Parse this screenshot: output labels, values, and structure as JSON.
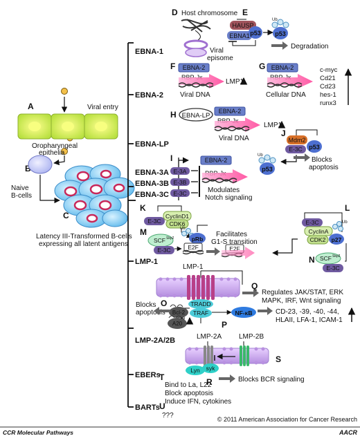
{
  "letters": {
    "A": "A",
    "B": "B",
    "C": "C",
    "D": "D",
    "E": "E",
    "F": "F",
    "G": "G",
    "H": "H",
    "I": "I",
    "J": "J",
    "K": "K",
    "L": "L",
    "M": "M",
    "N": "N",
    "O": "O",
    "P": "P",
    "Q": "Q",
    "R": "R",
    "S": "S",
    "T": "T",
    "U": "U"
  },
  "left": {
    "viral_entry": "Viral entry",
    "epithelia_1": "Oropharyngeal",
    "epithelia_2": "epithelia",
    "naive_1": "Naive",
    "naive_2": "B-cells",
    "latency_1": "Latency III-Transformed B-cells",
    "latency_2": "expressing all latent antigens"
  },
  "branches": {
    "ebna1": "EBNA-1",
    "ebna2": "EBNA-2",
    "ebnalp": "EBNA-LP",
    "ebna3a": "EBNA-3A",
    "ebna3b": "EBNA-3B",
    "ebna3c": "EBNA-3C",
    "lmp1": "LMP-1",
    "lmp2": "LMP-2A/2B",
    "ebers": "EBERs",
    "barts": "BARTs"
  },
  "d": {
    "host": "Host chromosome",
    "viral_1": "Viral",
    "viral_2": "episome"
  },
  "e": {
    "hausp": "HAUSP",
    "ebna1": "EBNA1",
    "p53": "p53",
    "ub": "Ub",
    "degradation": "Degradation"
  },
  "f": {
    "ebna2": "EBNA-2",
    "rbp": "RBP-Jκ",
    "lmp1": "LMP1",
    "viral_dna": "Viral DNA"
  },
  "g": {
    "ebna2": "EBNA-2",
    "rbp": "RBP-Jκ",
    "cellular_dna": "Cellular DNA",
    "genes": [
      "c-myc",
      "Cd21",
      "Cd23",
      "hes-1",
      "runx3"
    ]
  },
  "h": {
    "ebnalp": "EBNA-LP",
    "ebna2": "EBNA-2",
    "rbp": "RBP-Jκ",
    "lmp1": "LMP1",
    "viral_dna": "Viral DNA"
  },
  "i": {
    "e3a": "E-3A",
    "e3b": "E-3B",
    "e3c": "E-3C",
    "ebna2": "EBNA-2",
    "rbp": "RBP-Jκ",
    "modulates": "Modulates",
    "notch": "Notch signaling"
  },
  "j": {
    "mdm2": "Mdm2",
    "e3c": "E-3C",
    "p53": "p53",
    "ub": "Ub",
    "blocks": "Blocks",
    "apoptosis": "apoptosis"
  },
  "k": {
    "e3c": "E-3C",
    "cyclind1": "CyclinD1",
    "cdk6": "CDK6"
  },
  "m": {
    "scf": "SCF",
    "skp2": "Skp2",
    "e3c": "E-3C",
    "prb": "pRb",
    "e2f": "E2F",
    "ub": "Ub",
    "facilitates": "Facilitates",
    "g1s": "G1-S transition"
  },
  "l": {
    "e3c": "E-3C",
    "cyclina": "CyclinA",
    "cdk2": "CDK2",
    "p27": "p27",
    "ub": "Ub"
  },
  "n": {
    "scf": "SCF",
    "skp2": "Skp2",
    "e3c": "E-3C"
  },
  "q": {
    "lmp1": "LMP-1",
    "line1": "Regulates JAK/STAT, ERK",
    "line2": "MAPK, IRF, Wnt signaling"
  },
  "tradd": "TRADD",
  "traf": "TRAF",
  "o": {
    "bcl2": "Bcl-2",
    "a20": "A20",
    "blocks": "Blocks",
    "apoptosis": "apoptosis"
  },
  "p": {
    "nfkb": "NF-κB",
    "line1": "CD-23, -39, -40, -44,",
    "line2": "HLAII, LFA-1, ICAM-1"
  },
  "s": {
    "lmp2a": "LMP-2A",
    "lmp2b": "LMP-2B",
    "lyn": "Lyn",
    "syk": "syk",
    "blocks": "Blocks BCR signaling"
  },
  "t": {
    "line1": "Bind to La, L22",
    "line2": "Block apoptosis",
    "line3": "Induce IFN, cytokines"
  },
  "u": {
    "q": "???"
  },
  "footer": {
    "copyright": "© 2011 American Association for Cancer Research",
    "journal": "CCR Molecular Pathways",
    "logo": "AACR"
  },
  "colors": {
    "ebna": "#6a7fc9",
    "ebna_dark": "#3a4fa0",
    "p53": "#4d6fd0",
    "hausp": "#a0545c",
    "rbp": "#c85aa0",
    "arrow": "#ff4fa0",
    "cyclin": "#d8efb0",
    "cdk": "#c2e08e",
    "e3c": "#6f5aa0",
    "scf": "#bfeed0",
    "traf": "#4ccbd8",
    "nfkb": "#2f7be0",
    "membrane": "#d9b8f0",
    "lmp": "#b84088",
    "epithelia": "#f0ff60",
    "bcell": "#8fd0f0"
  }
}
